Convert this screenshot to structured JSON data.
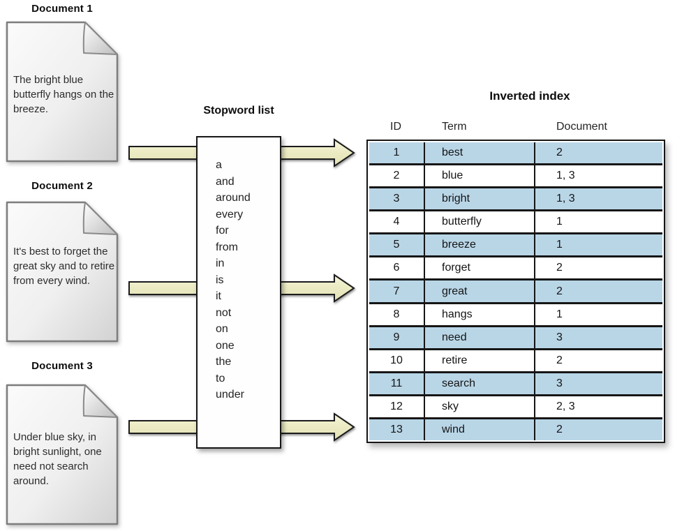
{
  "documents": [
    {
      "title": "Document 1",
      "text": "The bright blue butterfly hangs on the breeze."
    },
    {
      "title": "Document 2",
      "text": "It's best to forget the great sky and to retire from every wind."
    },
    {
      "title": "Document 3",
      "text": "Under blue sky, in bright sunlight, one need not search around."
    }
  ],
  "stopword_list": {
    "title": "Stopword list",
    "words": [
      "a",
      "and",
      "around",
      "every",
      "for",
      "from",
      "in",
      "is",
      "it",
      "not",
      "on",
      "one",
      "the",
      "to",
      "under"
    ]
  },
  "inverted_index": {
    "title": "Inverted index",
    "columns": [
      "ID",
      "Term",
      "Document"
    ],
    "rows": [
      {
        "id": "1",
        "term": "best",
        "document": "2"
      },
      {
        "id": "2",
        "term": "blue",
        "document": "1, 3"
      },
      {
        "id": "3",
        "term": "bright",
        "document": "1, 3"
      },
      {
        "id": "4",
        "term": "butterfly",
        "document": "1"
      },
      {
        "id": "5",
        "term": "breeze",
        "document": "1"
      },
      {
        "id": "6",
        "term": "forget",
        "document": "2"
      },
      {
        "id": "7",
        "term": "great",
        "document": "2"
      },
      {
        "id": "8",
        "term": "hangs",
        "document": "1"
      },
      {
        "id": "9",
        "term": "need",
        "document": "3"
      },
      {
        "id": "10",
        "term": "retire",
        "document": "2"
      },
      {
        "id": "11",
        "term": "search",
        "document": "3"
      },
      {
        "id": "12",
        "term": "sky",
        "document": "2, 3"
      },
      {
        "id": "13",
        "term": "wind",
        "document": "2"
      }
    ]
  },
  "colors": {
    "row_blue": "#b9d6e7",
    "row_white": "#ffffff",
    "arrow_fill_top": "#f7f6dd",
    "arrow_fill_bottom": "#e2e1b6",
    "border_dark": "#161616"
  }
}
